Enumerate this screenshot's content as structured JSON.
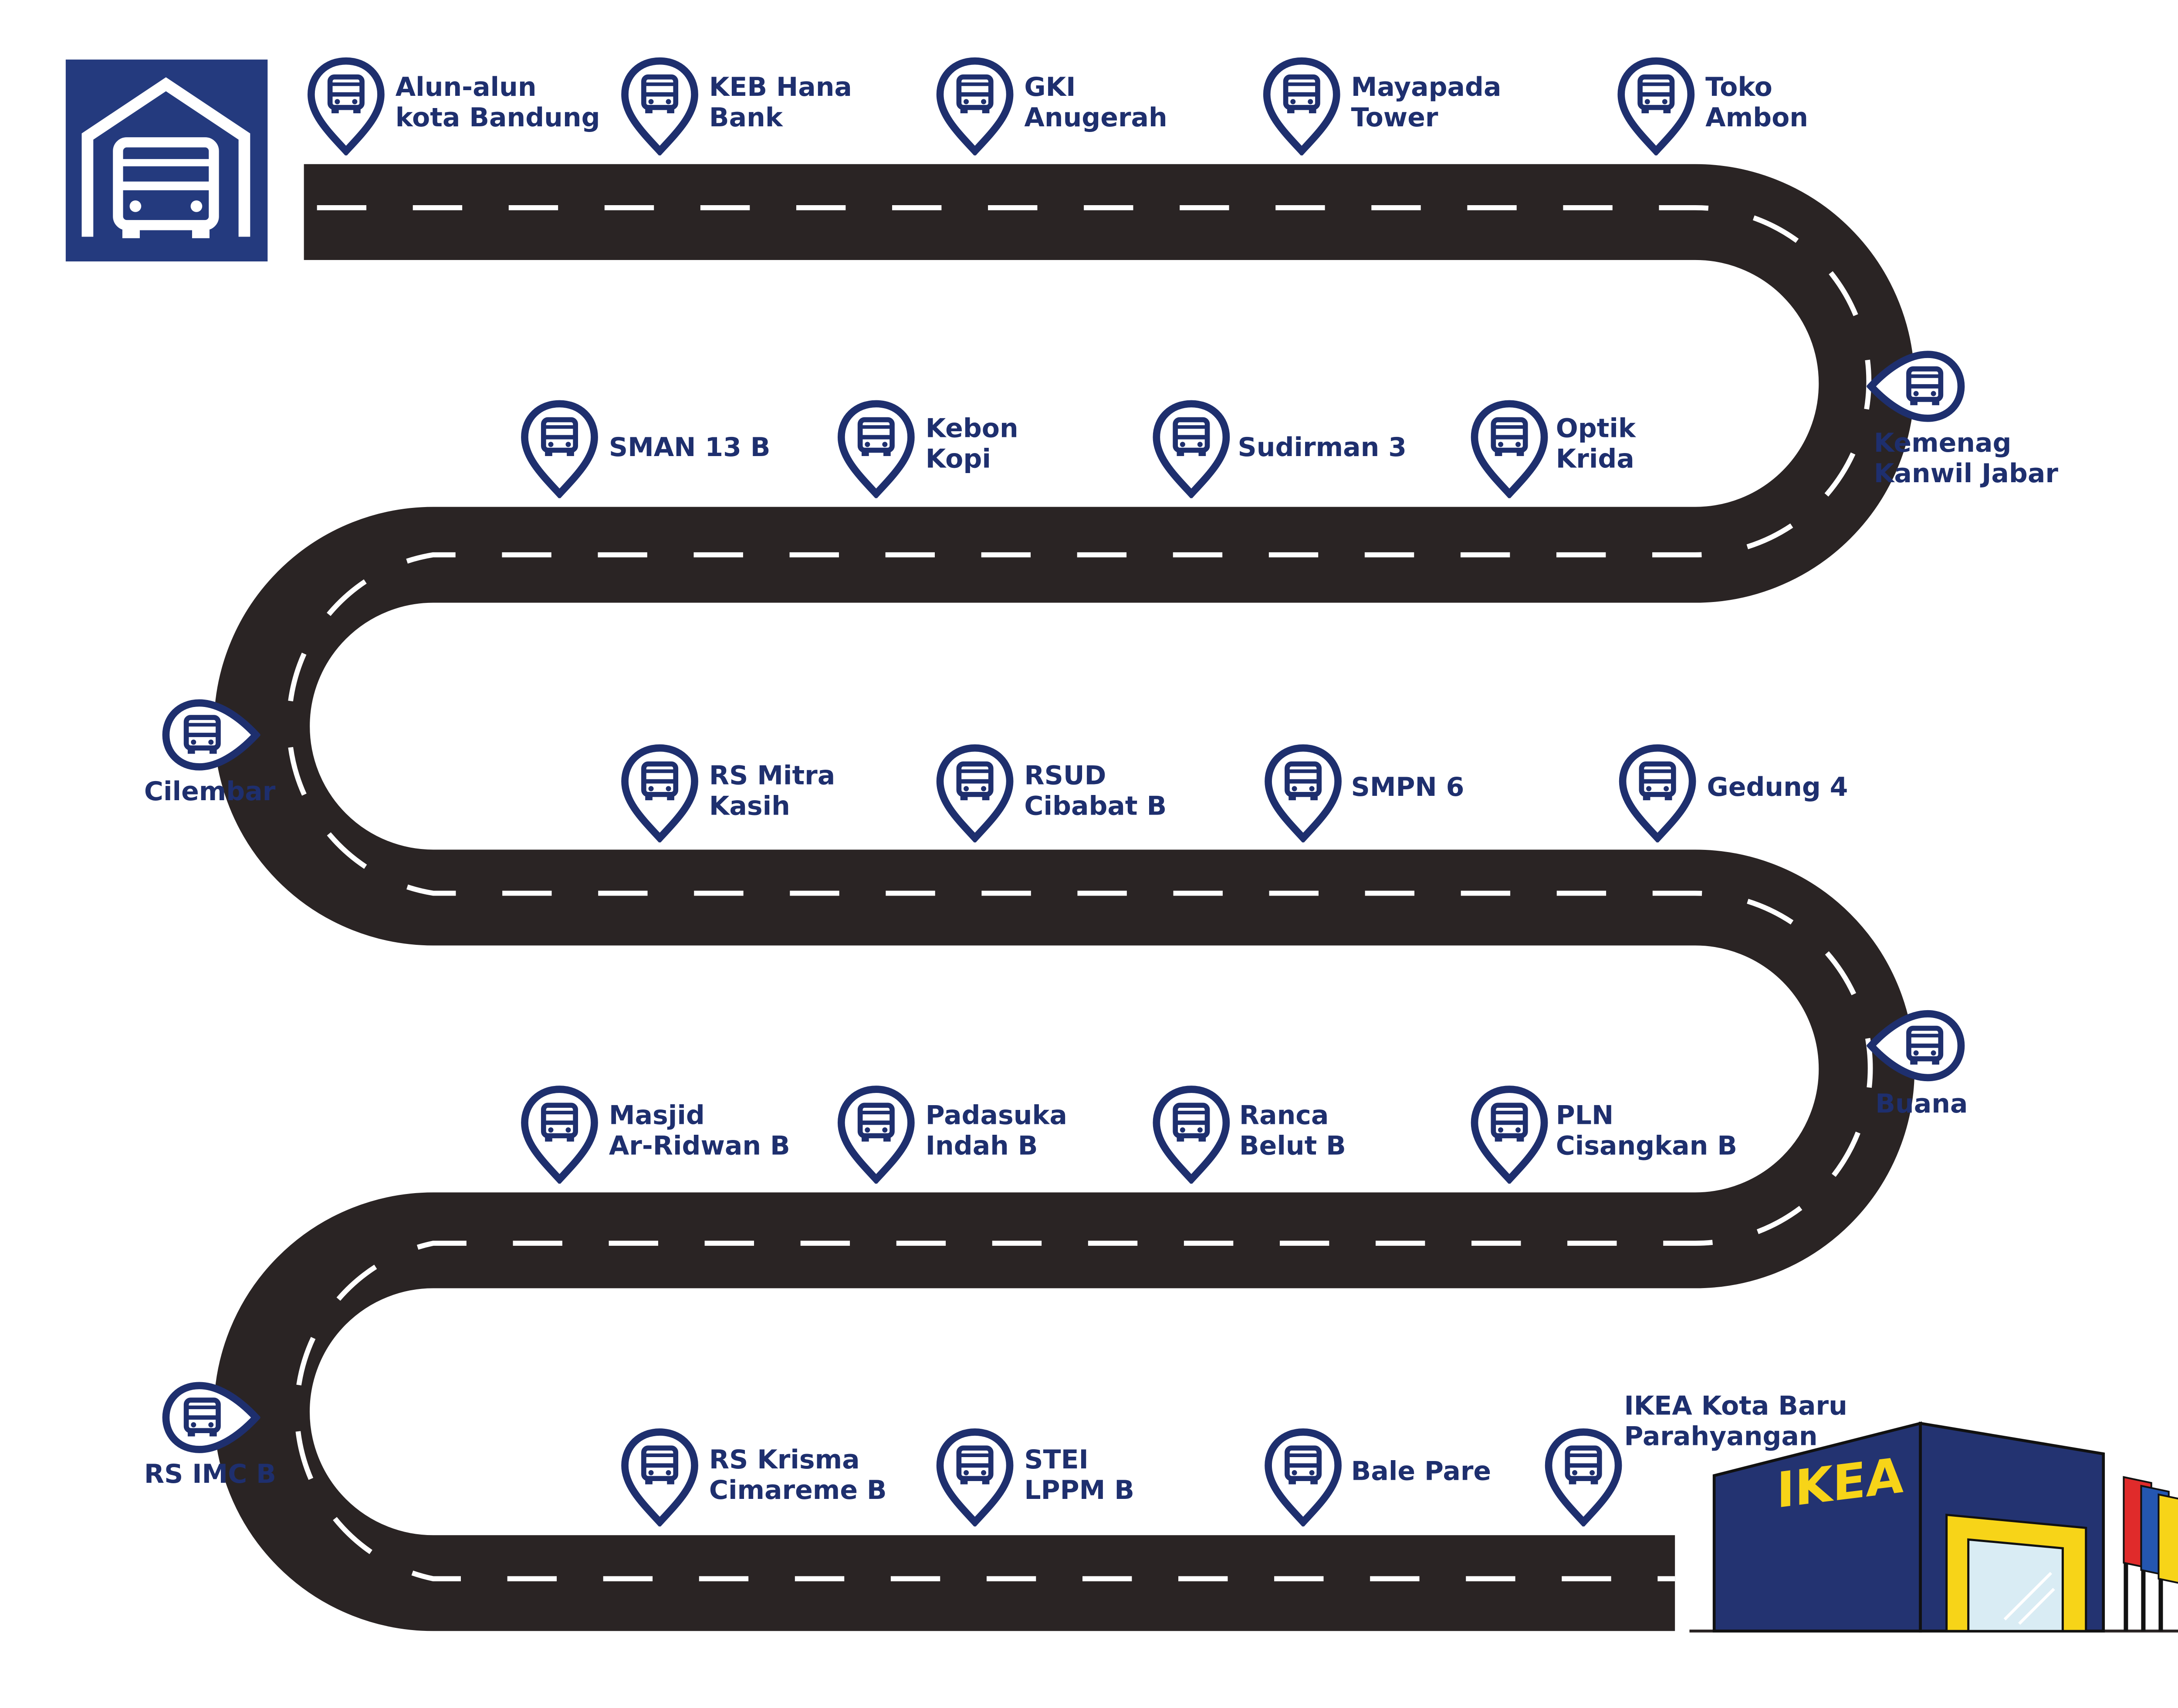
{
  "colors": {
    "navy": "#1e2f6e",
    "road": "#2a2424",
    "lane": "#ffffff",
    "depot_bg": "#243a7e",
    "ikea_blue": "#233371",
    "ikea_yellow": "#f7d418",
    "flag_red": "#e02b2b",
    "flag_blue": "#2456b0"
  },
  "depot": {
    "icon": "bus-garage-icon"
  },
  "stop_icon": "bus-pin-icon",
  "stops": [
    {
      "id": "alun-alun-kota-bandung",
      "lines": [
        "Alun-alun",
        "kota Bandung"
      ]
    },
    {
      "id": "keb-hana-bank",
      "lines": [
        "KEB Hana",
        "Bank"
      ]
    },
    {
      "id": "gki-anugerah",
      "lines": [
        "GKI",
        "Anugerah"
      ]
    },
    {
      "id": "mayapada-tower",
      "lines": [
        "Mayapada",
        "Tower"
      ]
    },
    {
      "id": "toko-ambon",
      "lines": [
        "Toko",
        "Ambon"
      ]
    },
    {
      "id": "kemenag-kanwil-jabar",
      "lines": [
        "Kemenag",
        "Kanwil Jabar"
      ]
    },
    {
      "id": "optik-krida",
      "lines": [
        "Optik",
        "Krida"
      ]
    },
    {
      "id": "sudirman-3",
      "lines": [
        "Sudirman 3"
      ]
    },
    {
      "id": "kebon-kopi",
      "lines": [
        "Kebon",
        "Kopi"
      ]
    },
    {
      "id": "sman-13-b",
      "lines": [
        "SMAN 13 B"
      ]
    },
    {
      "id": "cilembar",
      "lines": [
        "Cilembar"
      ]
    },
    {
      "id": "rs-mitra-kasih",
      "lines": [
        "RS Mitra",
        "Kasih"
      ]
    },
    {
      "id": "rsud-cibabat-b",
      "lines": [
        "RSUD",
        "Cibabat B"
      ]
    },
    {
      "id": "smpn-6",
      "lines": [
        "SMPN 6"
      ]
    },
    {
      "id": "gedung-4",
      "lines": [
        "Gedung 4"
      ]
    },
    {
      "id": "buana",
      "lines": [
        "Buana"
      ]
    },
    {
      "id": "pln-cisangkan-b",
      "lines": [
        "PLN",
        "Cisangkan B"
      ]
    },
    {
      "id": "ranca-belut-b",
      "lines": [
        "Ranca",
        "Belut B"
      ]
    },
    {
      "id": "padasuka-indah-b",
      "lines": [
        "Padasuka",
        "Indah B"
      ]
    },
    {
      "id": "masjid-ar-ridwan-b",
      "lines": [
        "Masjid",
        "Ar-Ridwan B"
      ]
    },
    {
      "id": "rs-imc-b",
      "lines": [
        "RS IMC B"
      ]
    },
    {
      "id": "rs-krisma-cimareme-b",
      "lines": [
        "RS Krisma",
        "Cimareme B"
      ]
    },
    {
      "id": "stei-lppm-b",
      "lines": [
        "STEI",
        "LPPM B"
      ]
    },
    {
      "id": "bale-pare",
      "lines": [
        "Bale Pare"
      ]
    },
    {
      "id": "ikea-kota-baru-parahyangan",
      "lines": [
        "IKEA Kota Baru",
        "Parahyangan"
      ]
    }
  ],
  "destination": {
    "sign": "IKEA",
    "icon": "ikea-store-icon"
  }
}
